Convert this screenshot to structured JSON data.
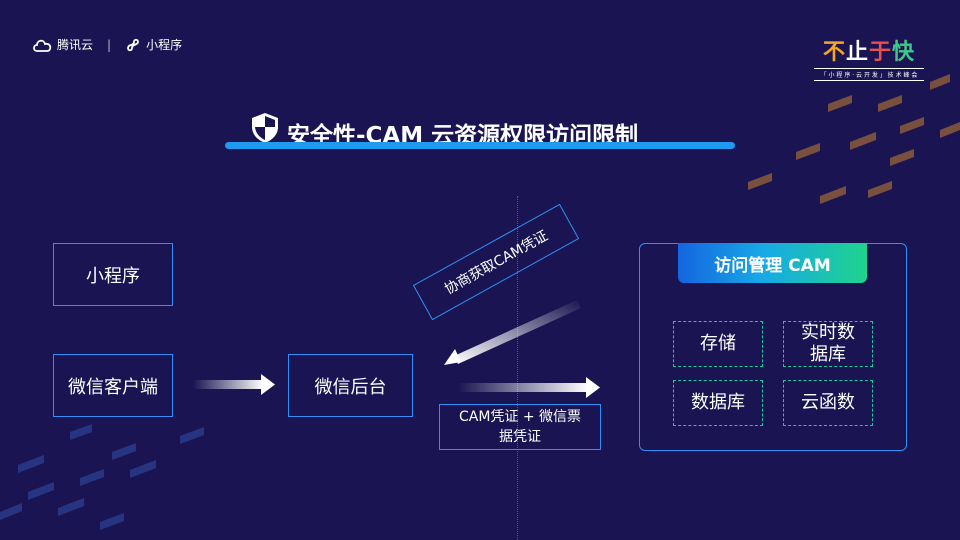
{
  "header": {
    "tencent_cloud": "腾讯云",
    "separator": "|",
    "mini_program": "小程序"
  },
  "brand": {
    "chars": [
      "不",
      "止",
      "于",
      "快"
    ],
    "char_colors": [
      "#f5a623",
      "#ffffff",
      "#e8504f",
      "#3fc98a"
    ],
    "subtitle": "「 小 程 序 · 云 开 发 」 技 术 峰 会"
  },
  "title": "安全性-CAM 云资源权限访问限制",
  "nodes": {
    "mini_program": "小程序",
    "wechat_client": "微信客户端",
    "wechat_backend": "微信后台",
    "negotiate": "协商获取CAM凭证",
    "credentials_line1": "CAM凭证 + 微信票",
    "credentials_line2": "据凭证"
  },
  "cam": {
    "header": "访问管理 CAM",
    "items": {
      "storage": "存储",
      "realtime_db_line1": "实时数",
      "realtime_db_line2": "据库",
      "database": "数据库",
      "cloud_function": "云函数"
    }
  },
  "colors": {
    "background": "#1a1552",
    "box_border": "#2f8ff5",
    "dashed_border": "#1fc99a",
    "accent_bar": "#1e9bf0"
  }
}
